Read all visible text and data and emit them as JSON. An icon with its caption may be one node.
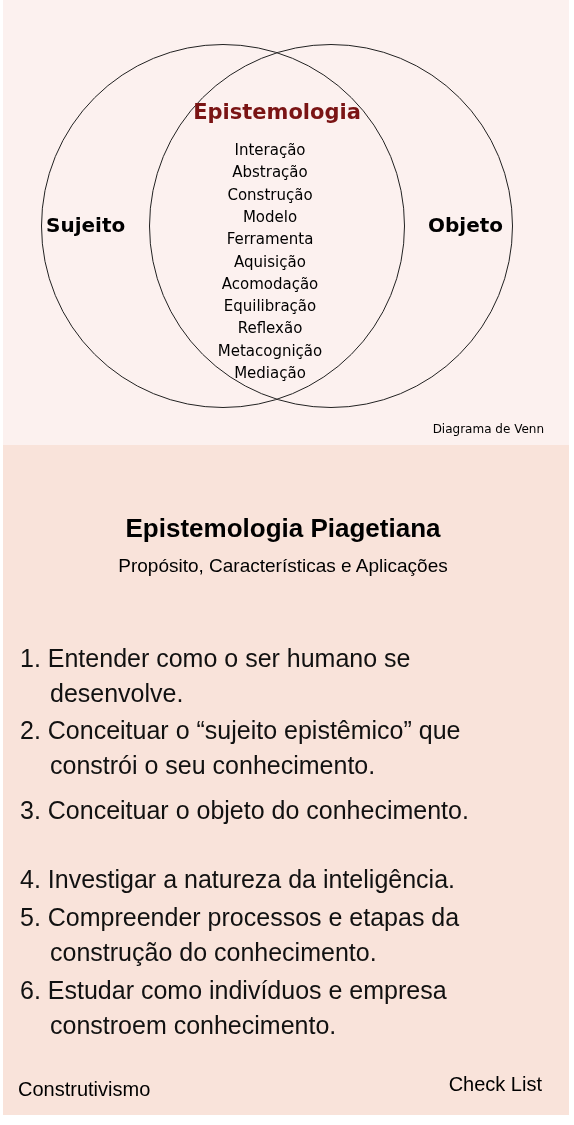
{
  "diagram": {
    "title": "Epistemologia Piagetiana",
    "nodes": [
      {
        "text": [
          "Sujeito"
        ]
      },
      {
        "text": [
          "Objeto"
        ]
      }
    ],
    "edges": [],
    "labels": [
      "Epistemologia",
      "Interação",
      "Abstração",
      "Construção",
      "Modelo",
      "Ferramenta",
      "Aquisição",
      "Acomodação",
      "Equilibração",
      "Reflexão",
      "Metacognição",
      "Mediação",
      "Diagrama de Venn",
      "Propósito, Características e Aplicações",
      "1. Entender como o ser humano se desenvolve.",
      "2. Conceituar o “sujeito epistêmico” que constrói o seu conhecimento.",
      "3. Conceituar o objeto do conhecimento.",
      "4. Investigar a natureza da inteligência.",
      "5. Compreender processos e etapas da construção do conhecimento.",
      "6. Estudar como indivíduos e empresa constroem conhecimento.",
      "Construtivismo",
      "Check List"
    ]
  }
}
